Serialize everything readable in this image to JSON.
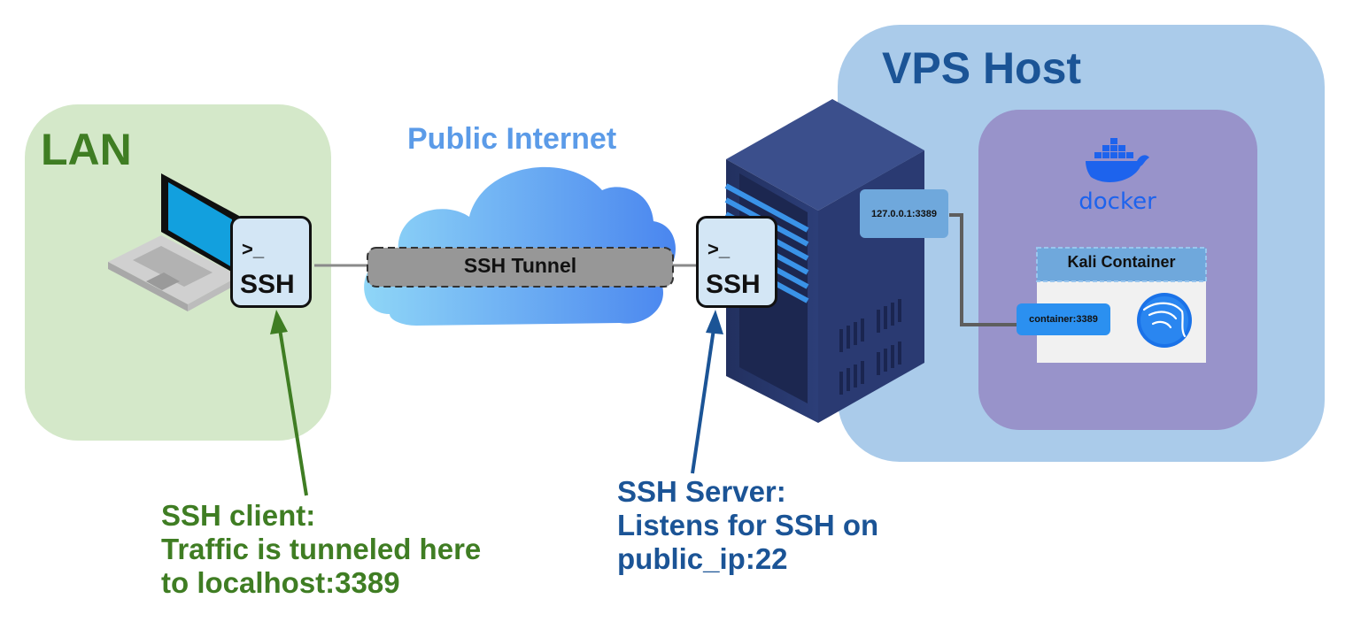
{
  "zones": {
    "lan": {
      "title": "LAN",
      "color": "#d4e8c9",
      "title_color": "#3f7d23"
    },
    "internet": {
      "title": "Public Internet",
      "title_color": "#5b9be8"
    },
    "vps": {
      "title": "VPS Host",
      "color": "#aacbea",
      "title_color": "#1b5496"
    },
    "docker": {
      "logo_text": "docker",
      "color": "#9893ca"
    }
  },
  "tunnel": {
    "label": "SSH Tunnel"
  },
  "ssh_client": {
    "prompt": ">_",
    "label": "SSH"
  },
  "ssh_server": {
    "prompt": ">_",
    "label": "SSH"
  },
  "ports": {
    "loopback": "127.0.0.1:3389",
    "container": "container:3389"
  },
  "container": {
    "title": "Kali Container"
  },
  "captions": {
    "client": {
      "line1": "SSH client:",
      "line2": "Traffic is tunneled here",
      "line3": "to localhost:3389",
      "color": "#3f7d23"
    },
    "server": {
      "line1": "SSH Server:",
      "line2": "Listens for SSH on",
      "line3": "public_ip:22",
      "color": "#1b5496"
    }
  },
  "icons": [
    "laptop-icon",
    "cloud-icon",
    "server-rack-icon",
    "docker-whale-icon",
    "kali-dragon-icon",
    "terminal-icon"
  ]
}
